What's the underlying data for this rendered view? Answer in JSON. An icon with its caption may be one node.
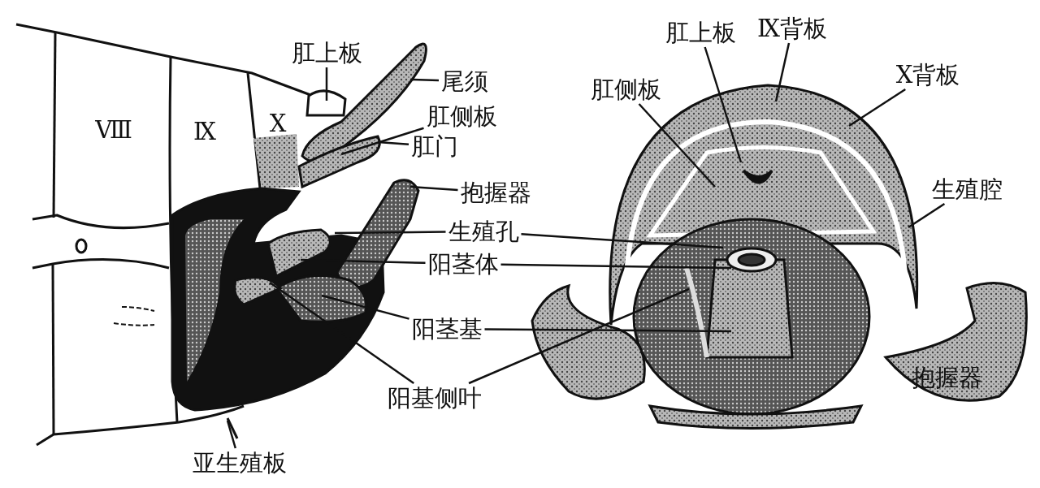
{
  "diagram": {
    "nodes": [
      {
        "text": [
          "肛上板"
        ]
      },
      {
        "text": [
          "尾须"
        ]
      },
      {
        "text": [
          "肛侧板"
        ]
      },
      {
        "text": [
          "肛门"
        ]
      },
      {
        "text": [
          "抱握器"
        ]
      },
      {
        "text": [
          "生殖孔"
        ]
      },
      {
        "text": [
          "阳茎体"
        ]
      },
      {
        "text": [
          "阳茎基"
        ]
      },
      {
        "text": [
          "阳基侧叶"
        ]
      },
      {
        "text": [
          "亚生殖板"
        ]
      },
      {
        "text": [
          "肛侧板"
        ]
      },
      {
        "text": [
          "肛上板"
        ]
      },
      {
        "text": [
          "Ⅸ背板"
        ]
      },
      {
        "text": [
          "X背板"
        ]
      },
      {
        "text": [
          "生殖腔"
        ]
      }
    ],
    "edges": [
      {
        "from": 0,
        "to": null,
        "arrow": "none"
      },
      {
        "from": 1,
        "to": null,
        "arrow": "none"
      },
      {
        "from": 2,
        "to": null,
        "arrow": "none"
      },
      {
        "from": 3,
        "to": null,
        "arrow": "none"
      },
      {
        "from": 4,
        "to": null,
        "arrow": "none"
      },
      {
        "from": 5,
        "to": null,
        "arrow": "none"
      },
      {
        "from": 5,
        "to": null,
        "arrow": "none"
      },
      {
        "from": 6,
        "to": null,
        "arrow": "none"
      },
      {
        "from": 6,
        "to": null,
        "arrow": "none"
      },
      {
        "from": 7,
        "to": null,
        "arrow": "none"
      },
      {
        "from": 7,
        "to": null,
        "arrow": "none"
      },
      {
        "from": 8,
        "to": null,
        "arrow": "none"
      },
      {
        "from": 8,
        "to": null,
        "arrow": "none"
      },
      {
        "from": 9,
        "to": null,
        "arrow": "none"
      },
      {
        "from": 10,
        "to": null,
        "arrow": "none"
      },
      {
        "from": 11,
        "to": null,
        "arrow": "none"
      },
      {
        "from": 12,
        "to": null,
        "arrow": "none"
      },
      {
        "from": 13,
        "to": null,
        "arrow": "none"
      },
      {
        "from": 14,
        "to": null,
        "arrow": "none"
      }
    ],
    "labels": [
      "Ⅷ",
      "Ⅸ",
      "X",
      "抱握器"
    ]
  }
}
